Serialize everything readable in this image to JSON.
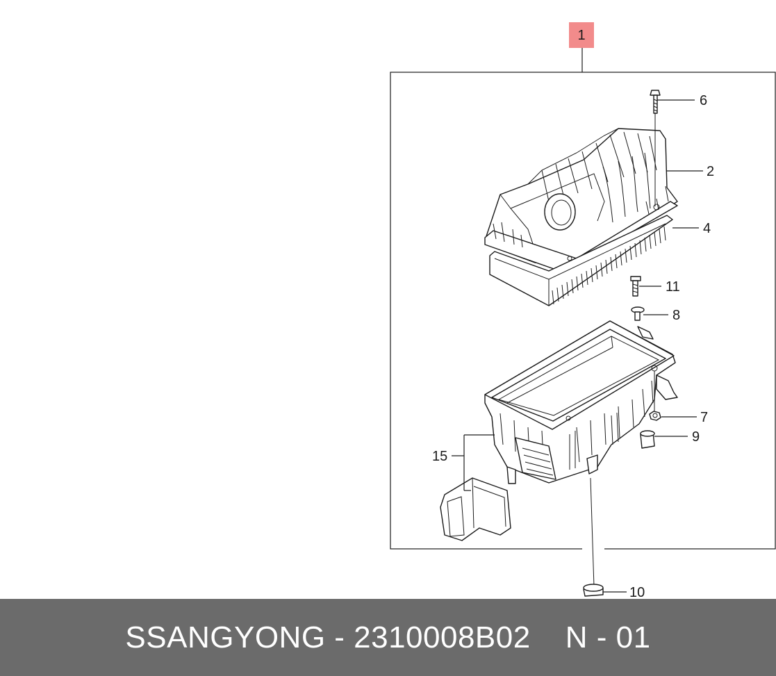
{
  "colors": {
    "header_badge": "#f28b8b",
    "footer_bg": "#6b6b6b",
    "footer_text": "#ffffff",
    "ink": "#1a1a1a"
  },
  "header_badge": "1",
  "callouts": {
    "c2": "2",
    "c4": "4",
    "c6": "6",
    "c7": "7",
    "c8": "8",
    "c9": "9",
    "c10": "10",
    "c11": "11",
    "c15": "15"
  },
  "footer": {
    "part_number": "SSANGYONG - 2310008B02",
    "page_code": "N - 01"
  }
}
